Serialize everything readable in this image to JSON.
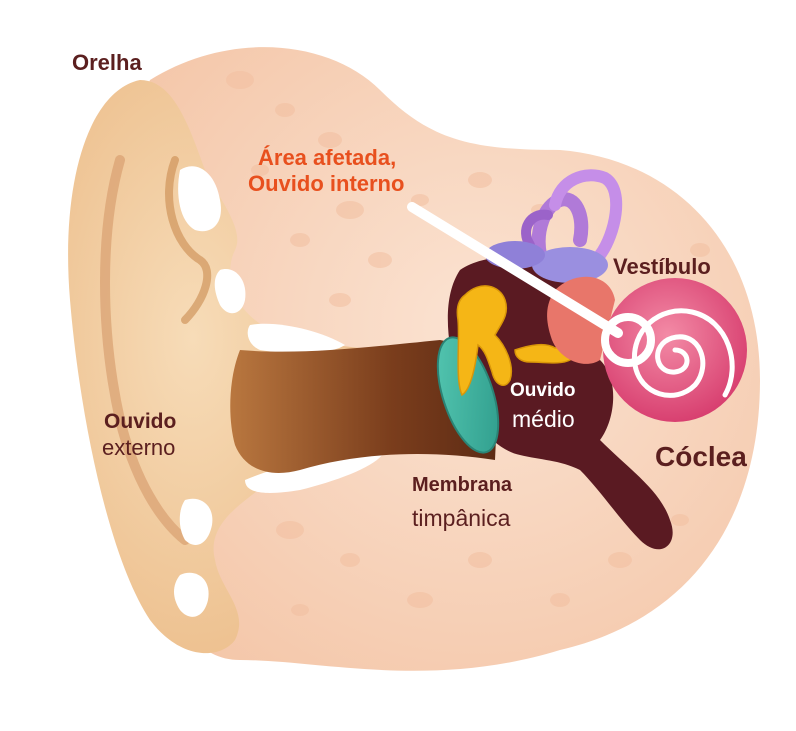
{
  "labels": {
    "orelha": "Orelha",
    "affected_line1": "Área afetada,",
    "affected_line2": "Ouvido interno",
    "vestibulo": "Vestíbulo",
    "ouvido_externo_1": "Ouvido",
    "ouvido_externo_2": "externo",
    "ouvido_medio_1": "Ouvido",
    "ouvido_medio_2": "médio",
    "membrana_1": "Membrana",
    "membrana_2": "timpânica",
    "coclea": "Cóclea"
  },
  "colors": {
    "label_dark": "#5b1f1f",
    "label_highlight": "#e8501e",
    "skin": "#f6d3b8",
    "ear": "#f0c79a",
    "canal": "#7a3d1c",
    "middle_ear": "#5a1a22",
    "ossicles": "#f5b616",
    "eardrum": "#3fb8a5",
    "vestibule": "#b07ad8",
    "cochlea": "#e5507a"
  }
}
